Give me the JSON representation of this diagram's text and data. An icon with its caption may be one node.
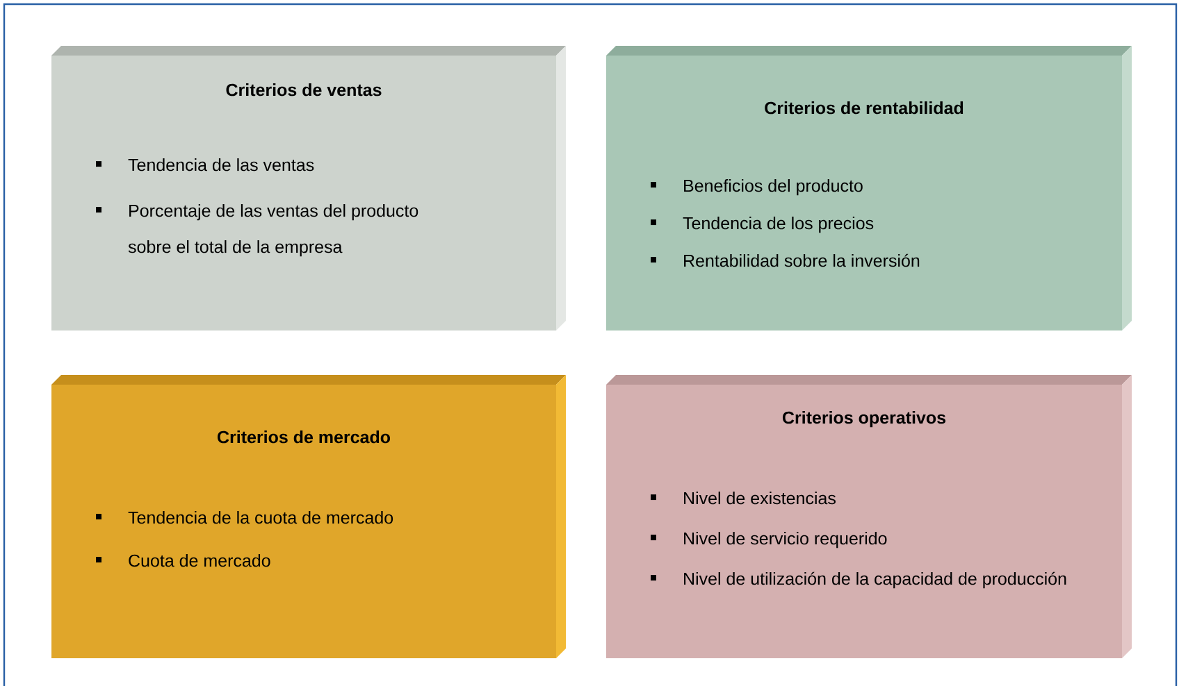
{
  "diagram": {
    "nodes": [
      {
        "text": [
          "Criterios de ventas",
          "Tendencia de las ventas",
          "Porcentaje de las ventas del producto sobre el total de la empresa"
        ]
      },
      {
        "text": [
          "Criterios de rentabilidad",
          "Beneficios del producto",
          "Tendencia de los precios",
          "Rentabilidad sobre la inversión"
        ]
      },
      {
        "text": [
          "Criterios de mercado",
          "Tendencia de la cuota de mercado",
          "Cuota de mercado"
        ]
      },
      {
        "text": [
          "Criterios operativos",
          "Nivel de existencias",
          "Nivel de servicio requerido",
          "Nivel de utilización de la capacidad de producción"
        ]
      }
    ]
  }
}
